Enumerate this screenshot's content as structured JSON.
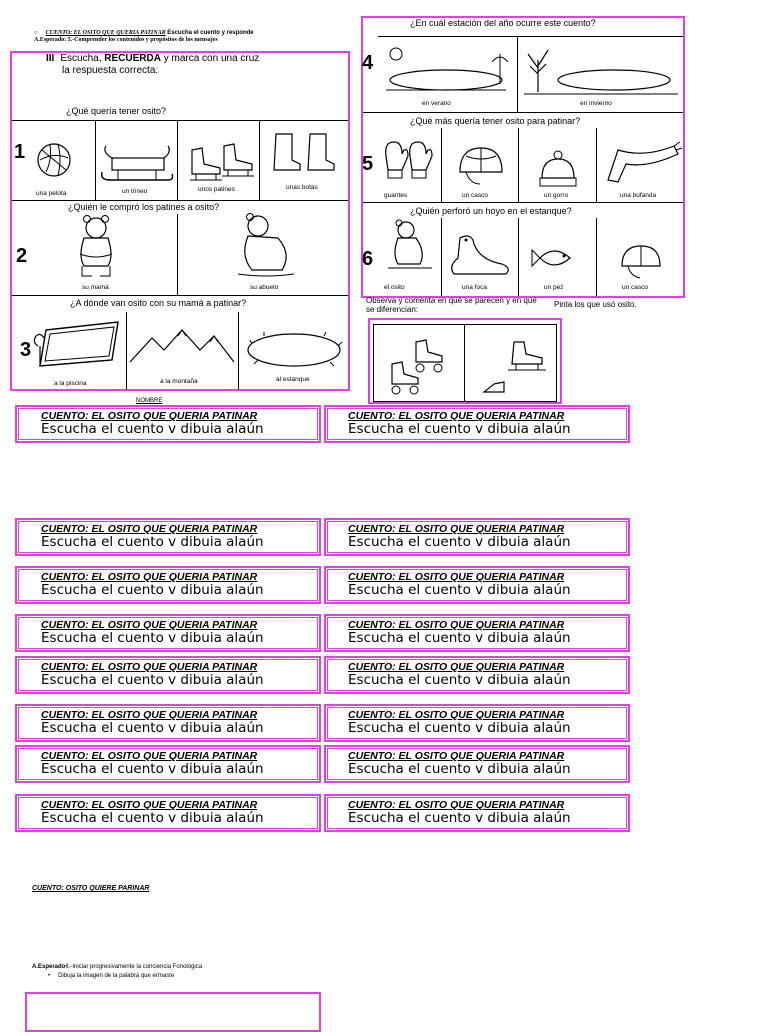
{
  "header": {
    "bullet": "○",
    "line1_title": "CUENTO: EL OSITO QUE QUERIA PATINAR",
    "line1_rest": " Escucha el cuento y responde",
    "line2": "A.Esperado: 5.-Comprender los contenidos y propósitos de los mensajes"
  },
  "left_panel": {
    "roman": "III",
    "instr_a": "Escucha, ",
    "instr_b": "RECUERDA",
    "instr_c": " y marca con una cruz",
    "instr_d": "la respuesta correcta:",
    "q1": {
      "num": "1",
      "text": "¿Qué quería tener osito?",
      "options": [
        "una pelota",
        "un trineo",
        "unos patines",
        "unas botas"
      ]
    },
    "q2": {
      "num": "2",
      "text": "¿Quién le compró los patines a osito?",
      "options": [
        "su mamá",
        "su abuelo"
      ]
    },
    "q3": {
      "num": "3",
      "text": "¿A dónde van osito con su mamá a patinar?",
      "options": [
        "a la piscina",
        "a la montaña",
        "al estanque"
      ]
    },
    "nombre": "NOMBRE"
  },
  "right_panel": {
    "q4": {
      "num": "4",
      "text": "¿En cuál estación del año ocurre este cuento?",
      "options": [
        "en verano",
        "en invierno"
      ]
    },
    "q5": {
      "num": "5",
      "text": "¿Qué más quería tener osito para patinar?",
      "options": [
        "guantes",
        "un casco",
        "un gorro",
        "una bufanda"
      ]
    },
    "q6": {
      "num": "6",
      "text": "¿Quién perforó un hoyo en el estanque?",
      "options": [
        "el osito",
        "una foca",
        "un pez",
        "un casco"
      ]
    }
  },
  "compare": {
    "text": "Observa y comenta en qué se parecen y en qué se diferencian:",
    "paint": "Pinta los que usó osito."
  },
  "card": {
    "title": "CUENTO: EL  OSITO QUE QUERIA PATINAR",
    "subtitle": "Escucha el cuento v dibuia alaún"
  },
  "footer": {
    "title": "CUENTO: OSITO QUIERE PARINAR",
    "esperado_label": "A.Esperado",
    "esperado_text": "6.-Iniciar progresivamente la conciencia Fonológica",
    "bullet": "Dibuja la imagen de la palabra que ermaste"
  },
  "colors": {
    "accent": "#e040e0"
  }
}
